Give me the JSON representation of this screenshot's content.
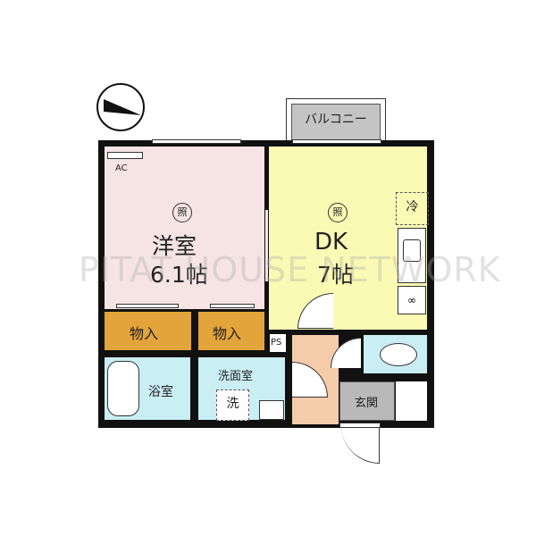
{
  "compass": {
    "icon": "north-arrow-icon"
  },
  "balcony": {
    "label": "バルコニー"
  },
  "rooms": {
    "western": {
      "name": "洋室",
      "size": "6.1帖",
      "light": "照",
      "ac": "AC"
    },
    "dk": {
      "name": "DK",
      "size": "7帖",
      "light": "照",
      "fridge": "冷"
    },
    "closet1": {
      "name": "物入"
    },
    "closet2": {
      "name": "物入"
    },
    "ps": {
      "name": "PS"
    },
    "bath": {
      "name": "浴室"
    },
    "washroom": {
      "name": "洗面室",
      "washer": "洗"
    },
    "entrance": {
      "name": "玄関"
    }
  },
  "watermark": "PITAT HOUSE NETWORK",
  "colors": {
    "western": "#f6e4e4",
    "dk": "#fafab4",
    "closet": "#e3a43b",
    "water": "#c9eef4",
    "hall": "#f5ccaa",
    "entrance": "#b9b9b9",
    "balcony": "#c4c4c4"
  }
}
